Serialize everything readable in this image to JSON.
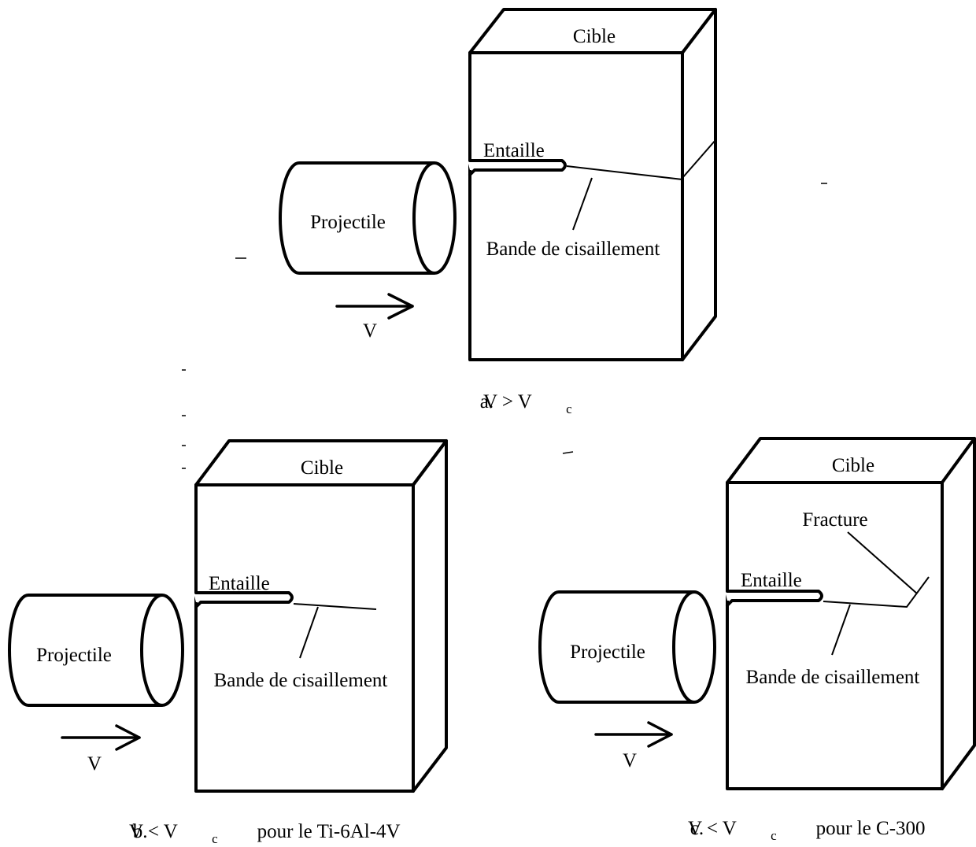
{
  "panels": [
    {
      "id": "a",
      "target_label": "Cible",
      "notch_label": "Entaille",
      "projectile_label": "Projectile",
      "shear_band_label": "Bande de cisaillement",
      "velocity_label": "V",
      "caption": {
        "letter": "a.",
        "text_before_sub": "V > V",
        "subscript": "c",
        "text_after_sub": ""
      }
    },
    {
      "id": "b",
      "target_label": "Cible",
      "notch_label": "Entaille",
      "projectile_label": "Projectile",
      "shear_band_label": "Bande de cisaillement",
      "velocity_label": "V",
      "caption": {
        "letter": "b.",
        "text_before_sub": "V < V",
        "subscript": "c",
        "text_after_sub": " pour le Ti-6Al-4V"
      }
    },
    {
      "id": "c",
      "target_label": "Cible",
      "notch_label": "Entaille",
      "projectile_label": "Projectile",
      "shear_band_label": "Bande de cisaillement",
      "fracture_label": "Fracture",
      "velocity_label": "V",
      "caption": {
        "letter": "c.",
        "text_before_sub": "V < V",
        "subscript": "c",
        "text_after_sub": " pour le C-300"
      }
    }
  ]
}
